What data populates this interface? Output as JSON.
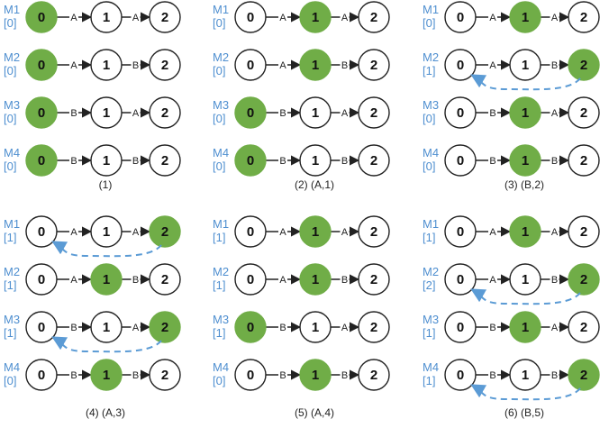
{
  "colors": {
    "active_fill": "#70ad47",
    "node_stroke": "#222222",
    "label_blue": "#4f8fd0",
    "arrow_dashed": "#5b9bd5"
  },
  "panels": [
    {
      "caption": "(1)",
      "machines": [
        {
          "name": "M1",
          "count": "[0]",
          "edges": [
            "A",
            "A"
          ],
          "active": 0,
          "reset": false
        },
        {
          "name": "M2",
          "count": "[0]",
          "edges": [
            "A",
            "B"
          ],
          "active": 0,
          "reset": false
        },
        {
          "name": "M3",
          "count": "[0]",
          "edges": [
            "B",
            "A"
          ],
          "active": 0,
          "reset": false
        },
        {
          "name": "M4",
          "count": "[0]",
          "edges": [
            "B",
            "B"
          ],
          "active": 0,
          "reset": false
        }
      ]
    },
    {
      "caption": "(2) (A,1)",
      "machines": [
        {
          "name": "M1",
          "count": "[0]",
          "edges": [
            "A",
            "A"
          ],
          "active": 1,
          "reset": false
        },
        {
          "name": "M2",
          "count": "[0]",
          "edges": [
            "A",
            "B"
          ],
          "active": 1,
          "reset": false
        },
        {
          "name": "M3",
          "count": "[0]",
          "edges": [
            "B",
            "A"
          ],
          "active": 0,
          "reset": false
        },
        {
          "name": "M4",
          "count": "[0]",
          "edges": [
            "B",
            "B"
          ],
          "active": 0,
          "reset": false
        }
      ]
    },
    {
      "caption": "(3) (B,2)",
      "machines": [
        {
          "name": "M1",
          "count": "[0]",
          "edges": [
            "A",
            "A"
          ],
          "active": 1,
          "reset": false
        },
        {
          "name": "M2",
          "count": "[1]",
          "edges": [
            "A",
            "B"
          ],
          "active": 2,
          "reset": true
        },
        {
          "name": "M3",
          "count": "[0]",
          "edges": [
            "B",
            "A"
          ],
          "active": 1,
          "reset": false
        },
        {
          "name": "M4",
          "count": "[0]",
          "edges": [
            "B",
            "B"
          ],
          "active": 1,
          "reset": false
        }
      ]
    },
    {
      "caption": "(4) (A,3)",
      "machines": [
        {
          "name": "M1",
          "count": "[1]",
          "edges": [
            "A",
            "A"
          ],
          "active": 2,
          "reset": true
        },
        {
          "name": "M2",
          "count": "[1]",
          "edges": [
            "A",
            "B"
          ],
          "active": 1,
          "reset": false
        },
        {
          "name": "M3",
          "count": "[1]",
          "edges": [
            "B",
            "A"
          ],
          "active": 2,
          "reset": true
        },
        {
          "name": "M4",
          "count": "[0]",
          "edges": [
            "B",
            "B"
          ],
          "active": 1,
          "reset": false
        }
      ]
    },
    {
      "caption": "(5) (A,4)",
      "machines": [
        {
          "name": "M1",
          "count": "[1]",
          "edges": [
            "A",
            "A"
          ],
          "active": 1,
          "reset": false
        },
        {
          "name": "M2",
          "count": "[1]",
          "edges": [
            "A",
            "B"
          ],
          "active": 1,
          "reset": false
        },
        {
          "name": "M3",
          "count": "[1]",
          "edges": [
            "B",
            "A"
          ],
          "active": 0,
          "reset": false
        },
        {
          "name": "M4",
          "count": "[0]",
          "edges": [
            "B",
            "B"
          ],
          "active": 1,
          "reset": false
        }
      ]
    },
    {
      "caption": "(6) (B,5)",
      "machines": [
        {
          "name": "M1",
          "count": "[1]",
          "edges": [
            "A",
            "A"
          ],
          "active": 1,
          "reset": false
        },
        {
          "name": "M2",
          "count": "[2]",
          "edges": [
            "A",
            "B"
          ],
          "active": 2,
          "reset": true
        },
        {
          "name": "M3",
          "count": "[1]",
          "edges": [
            "B",
            "A"
          ],
          "active": 1,
          "reset": false
        },
        {
          "name": "M4",
          "count": "[1]",
          "edges": [
            "B",
            "B"
          ],
          "active": 2,
          "reset": true
        }
      ]
    }
  ],
  "node_labels": [
    "0",
    "1",
    "2"
  ]
}
